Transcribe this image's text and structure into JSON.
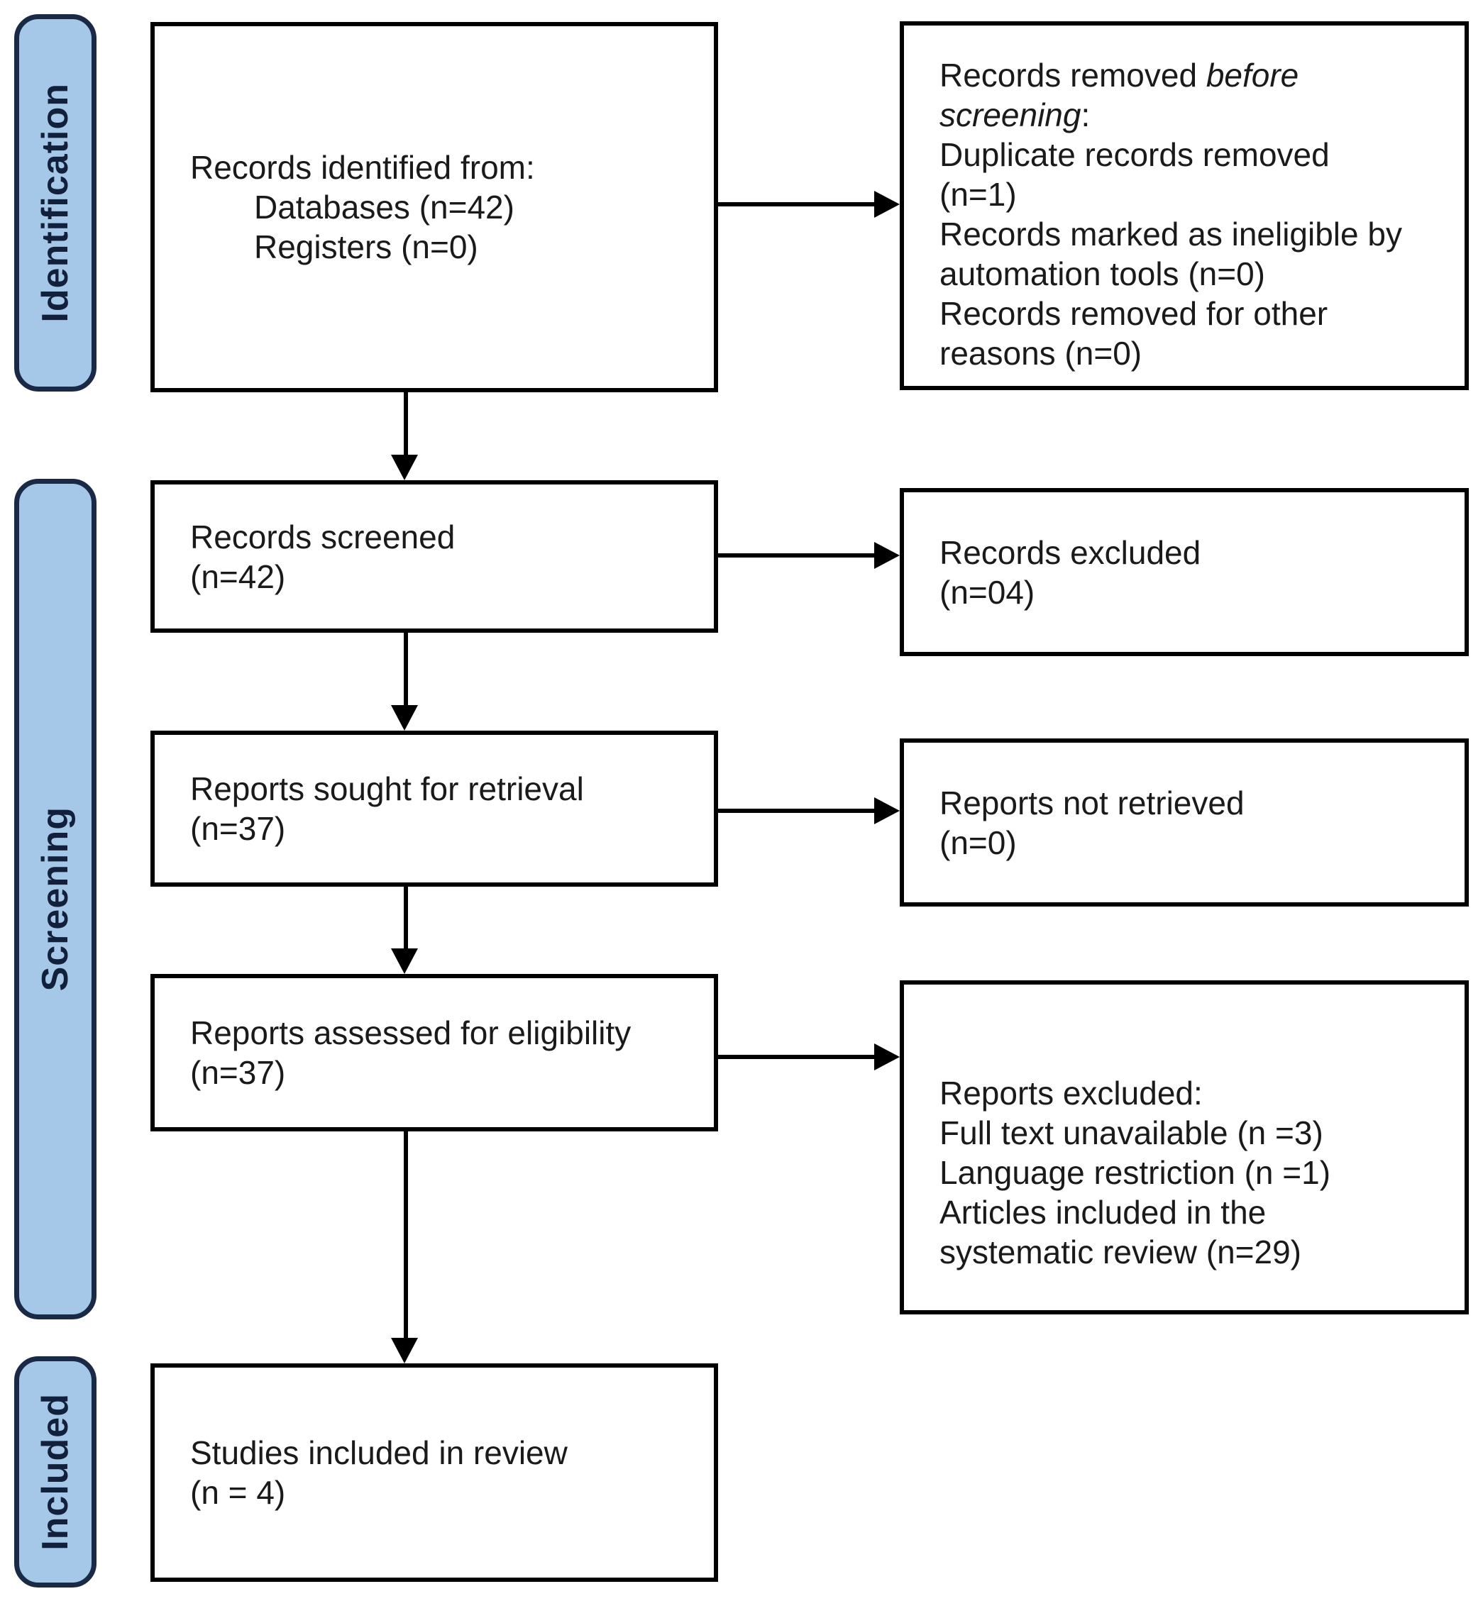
{
  "title": "PRISMA flow diagram",
  "colors": {
    "stage_fill": "#a6c8e8",
    "stage_border": "#1a2945",
    "stage_text": "#12203c",
    "box_border": "#000000",
    "text": "#1a1a1a",
    "background": "#ffffff"
  },
  "stages": {
    "identification": "Identification",
    "screening": "Screening",
    "included": "Included"
  },
  "boxes": {
    "identified": {
      "lines": [
        "Records identified from:",
        "Databases (n=42)",
        "Registers (n=0)"
      ]
    },
    "removed_before_screening": {
      "l1_normal": "Records removed ",
      "l1_italic": "before",
      "l2_italic": "screening",
      "l2_normal": ":",
      "lines": [
        "Duplicate records removed",
        "(n=1)",
        "Records marked as ineligible by",
        "automation tools (n=0)",
        "Records removed for other",
        "reasons (n=0)"
      ]
    },
    "screened": {
      "lines": [
        "Records screened",
        "(n=42)"
      ]
    },
    "records_excluded": {
      "lines": [
        "Records excluded",
        "(n=04)"
      ]
    },
    "sought": {
      "lines": [
        "Reports sought for retrieval",
        "(n=37)"
      ]
    },
    "not_retrieved": {
      "lines": [
        "Reports not retrieved",
        "(n=0)"
      ]
    },
    "assessed": {
      "lines": [
        "Reports assessed for eligibility",
        "(n=37)"
      ]
    },
    "reports_excluded": {
      "lines": [
        "Reports excluded:",
        "Full text unavailable (n =3)",
        "Language restriction (n =1)",
        "Articles included in the",
        "systematic review (n=29)"
      ]
    },
    "included_in_review": {
      "lines": [
        "Studies included in review",
        "(n = 4)"
      ]
    }
  }
}
